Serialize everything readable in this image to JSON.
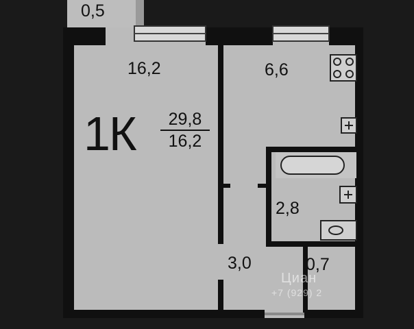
{
  "plan": {
    "type_label": "1К",
    "total_area": "29,8",
    "living_area": "16,2",
    "rooms": [
      {
        "id": "balcony",
        "area": "0,5"
      },
      {
        "id": "living-room",
        "area": "16,2"
      },
      {
        "id": "kitchen",
        "area": "6,6"
      },
      {
        "id": "bathroom",
        "area": "2,8"
      },
      {
        "id": "hallway",
        "area": "3,0"
      },
      {
        "id": "closet",
        "area": "0,7"
      }
    ]
  },
  "colors": {
    "floor": "#bbbbbb",
    "wall": "#101010",
    "background": "#1a1a1a",
    "window": "#d9d9d9"
  },
  "watermark": {
    "line1": "Циан",
    "line2": "+7 (929) 2"
  }
}
